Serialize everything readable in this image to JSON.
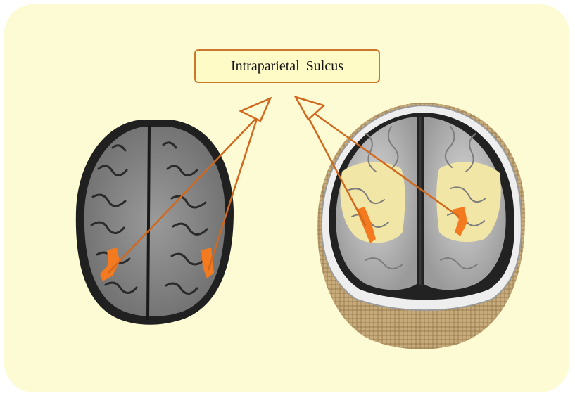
{
  "label": {
    "text": "Intraparietal  Sulcus"
  },
  "colors": {
    "background_panel": "#fdfbd3",
    "label_border": "#c9782c",
    "label_fill": "#fefbc6",
    "arrow": "#d0691e",
    "highlight": "#f47a20",
    "cortex_highlight": "#f2e6a6"
  },
  "figures": {
    "left": "axial-mri-slice",
    "right": "3d-rendered-brain"
  }
}
